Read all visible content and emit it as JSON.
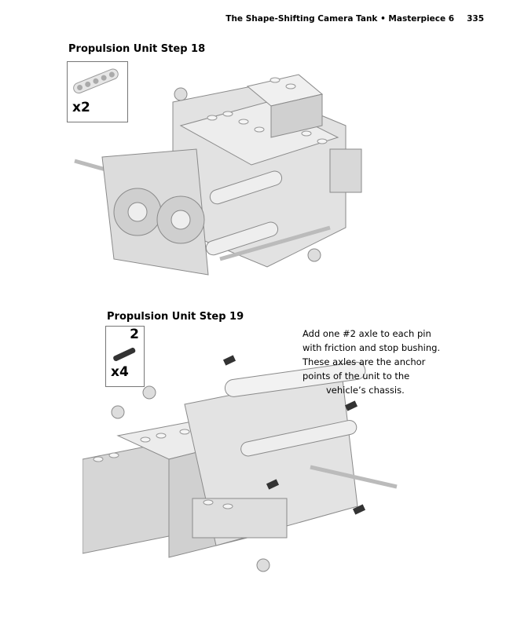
{
  "header": {
    "book_section": "The Shape-Shifting Camera Tank • Masterpiece 6",
    "page_number": "335"
  },
  "steps": [
    {
      "title": "Propulsion Unit Step 18",
      "parts": [
        {
          "icon": "technic-beam-5-icon",
          "quantity": "x2"
        }
      ]
    },
    {
      "title": "Propulsion Unit Step 19",
      "parts": [
        {
          "icon": "axle-2-icon",
          "axle_length": "2",
          "quantity": "x4"
        }
      ],
      "instructions": [
        "Add one #2 axle to each pin",
        "with friction and stop bushing.",
        "These axles are the anchor",
        "points of the unit to the",
        "vehicle’s chassis."
      ]
    }
  ]
}
